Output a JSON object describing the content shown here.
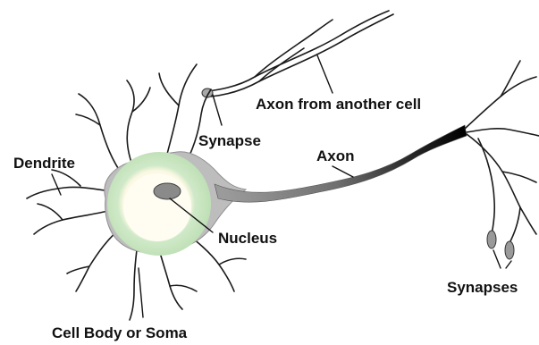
{
  "labels": {
    "axon_from_another_cell": "Axon from another cell",
    "synapse": "Synapse",
    "axon": "Axon",
    "dendrite": "Dendrite",
    "nucleus": "Nucleus",
    "synapses": "Synapses",
    "cell_body": "Cell Body or Soma"
  },
  "colors": {
    "soma_outline": "#9a9a9a",
    "soma_fill": "#b9b9b9",
    "soma_green": "#c7e6c0",
    "cytoplasm_light": "#fdfbe8",
    "nucleus": "#8c8c8c",
    "axon_dark": "#111111"
  }
}
